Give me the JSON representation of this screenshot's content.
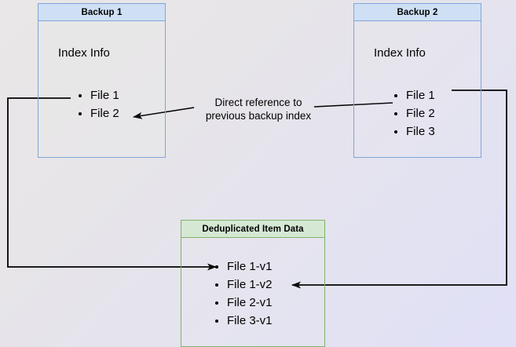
{
  "diagram": {
    "title_hidden": "",
    "colors": {
      "blue_border": "#7ea6d9",
      "blue_header_fill": "#cfe0f5",
      "green_border": "#82b366",
      "green_header_fill": "#d5e8d4",
      "arrow_color": "#000000",
      "bg_start": "#e9e7e7",
      "bg_end": "#e0e0f7"
    },
    "nodes": {
      "backup1": {
        "header": "Backup 1",
        "subtitle": "Index Info",
        "items": [
          "File 1",
          "File 2"
        ]
      },
      "backup2": {
        "header": "Backup 2",
        "subtitle": "Index Info",
        "items": [
          "File 1",
          "File 2",
          "File 3"
        ]
      },
      "dedup": {
        "header": "Deduplicated Item Data",
        "items": [
          "File 1-v1",
          "File 1-v2",
          "File 2-v1",
          "File 3-v1"
        ]
      }
    },
    "labels": {
      "direct_reference_line1": "Direct reference to",
      "direct_reference_line2": "previous backup index"
    }
  }
}
